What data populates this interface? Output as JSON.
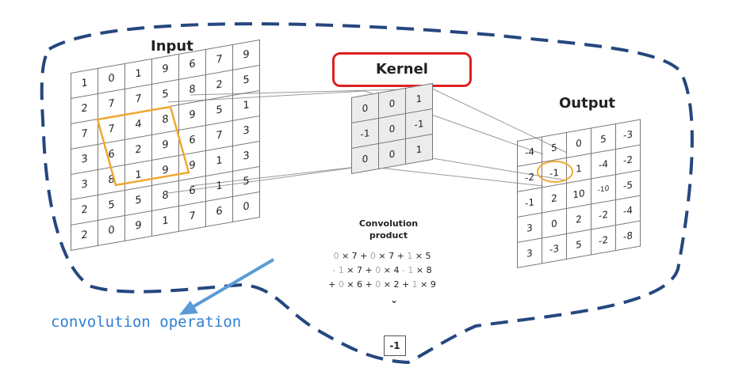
{
  "input": {
    "title": "Input",
    "matrix": [
      [
        "1",
        "0",
        "1",
        "9",
        "6",
        "7",
        "9"
      ],
      [
        "2",
        "7",
        "7",
        "5",
        "8",
        "2",
        "5"
      ],
      [
        "7",
        "7",
        "4",
        "8",
        "9",
        "5",
        "1"
      ],
      [
        "3",
        "6",
        "2",
        "9",
        "6",
        "7",
        "3"
      ],
      [
        "3",
        "8",
        "1",
        "9",
        "9",
        "1",
        "3"
      ],
      [
        "2",
        "5",
        "5",
        "8",
        "6",
        "1",
        "5"
      ],
      [
        "2",
        "0",
        "9",
        "1",
        "7",
        "6",
        "0"
      ]
    ]
  },
  "kernel": {
    "title": "Kernel",
    "matrix": [
      [
        "0",
        "0",
        "1"
      ],
      [
        "-1",
        "0",
        "-1"
      ],
      [
        "0",
        "0",
        "1"
      ]
    ]
  },
  "output": {
    "title": "Output",
    "matrix": [
      [
        "-4",
        "5",
        "0",
        "5",
        "-3"
      ],
      [
        "-2",
        "-1",
        "1",
        "-4",
        "-2"
      ],
      [
        "-1",
        "2",
        "10",
        "-10",
        "-5"
      ],
      [
        "3",
        "0",
        "2",
        "-2",
        "-4"
      ],
      [
        "3",
        "-3",
        "5",
        "-2",
        "-8"
      ]
    ]
  },
  "convolution": {
    "title_line1": "Convolution",
    "title_line2": "product",
    "lines": [
      [
        [
          "c",
          "0"
        ],
        [
          "t",
          " × 7 + "
        ],
        [
          "c",
          "0"
        ],
        [
          "t",
          " × 7 + "
        ],
        [
          "c",
          "1"
        ],
        [
          "t",
          " × 5"
        ]
      ],
      [
        [
          "c",
          "- 1"
        ],
        [
          "t",
          " × 7 + "
        ],
        [
          "c",
          "0"
        ],
        [
          "t",
          " × 4 "
        ],
        [
          "c",
          "- 1"
        ],
        [
          "t",
          " × 8"
        ]
      ],
      [
        [
          "t",
          "+ "
        ],
        [
          "c",
          "0"
        ],
        [
          "t",
          " × 6 + "
        ],
        [
          "c",
          "0"
        ],
        [
          "t",
          " × 2 + "
        ],
        [
          "c",
          "1"
        ],
        [
          "t",
          " × 9"
        ]
      ]
    ],
    "chevron": "⌄",
    "result": "-1"
  },
  "annotation": {
    "label": "convolution operation"
  },
  "colors": {
    "boundary": "#25477f",
    "arrow": "#5b9bd5",
    "label": "#2f7fd0",
    "kernel_border": "#e02020",
    "highlight": "#f0a830"
  }
}
